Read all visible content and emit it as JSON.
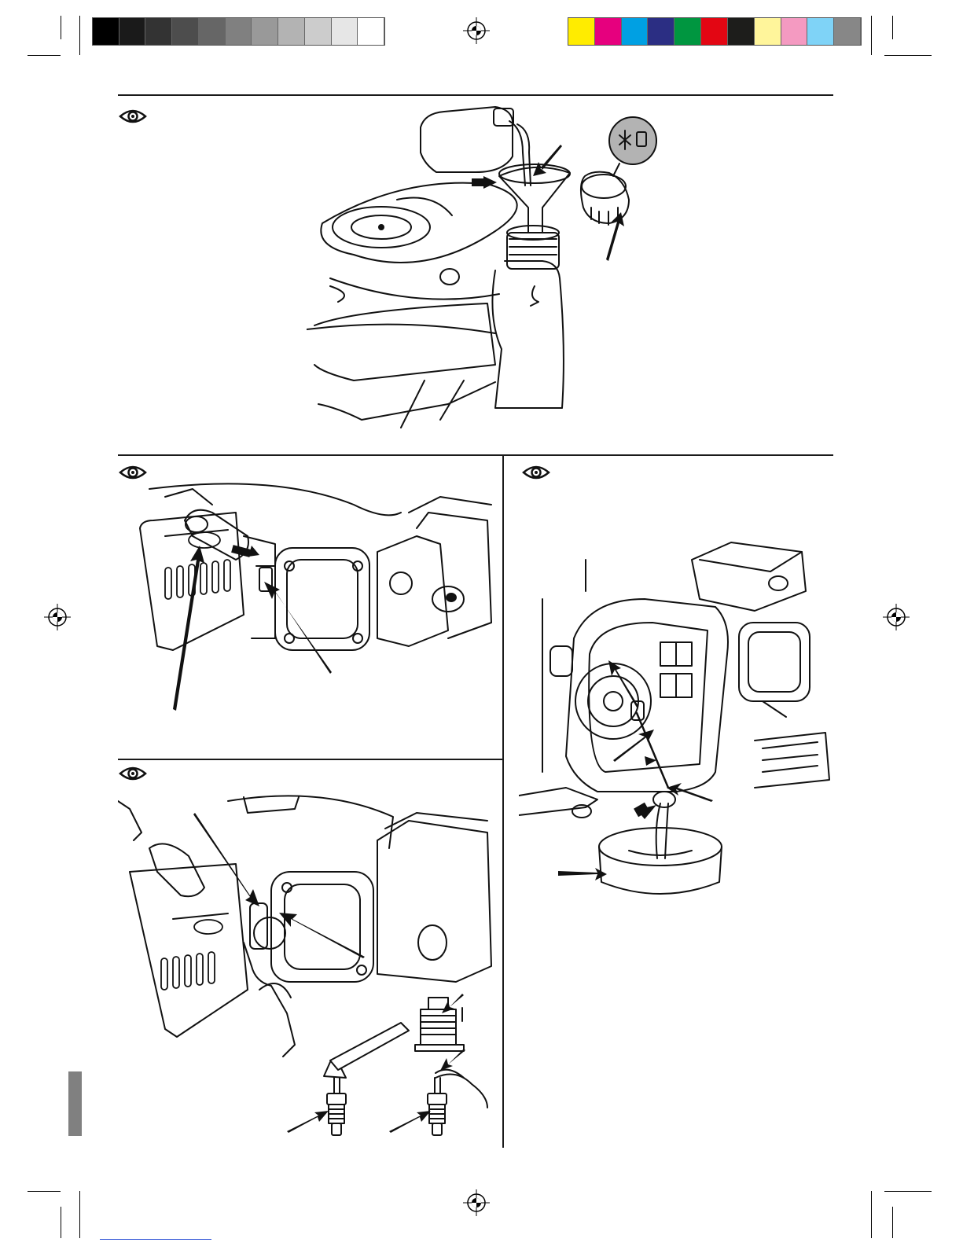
{
  "print_marks": {
    "grayscale_bar": [
      "#000000",
      "#1a1a1a",
      "#333333",
      "#4d4d4d",
      "#666666",
      "#808080",
      "#999999",
      "#b3b3b3",
      "#cccccc",
      "#e6e6e6",
      "#ffffff"
    ],
    "color_bar": [
      "#ffec00",
      "#e6007e",
      "#00a0e3",
      "#2b2e83",
      "#009640",
      "#e30613",
      "#1d1d1b",
      "#fff59b",
      "#f49ac1",
      "#7fd3f7",
      "#878787"
    ]
  },
  "panels": [
    {
      "id": "panel-fuel-refill",
      "icon": "eye-icon",
      "illustration": "pouring-fuel-into-tank-with-funnel"
    },
    {
      "id": "panel-spark-plug-cap",
      "icon": "eye-icon",
      "illustration": "removing-spark-plug-cap"
    },
    {
      "id": "panel-oil-drain",
      "icon": "eye-icon",
      "illustration": "draining-engine-oil-into-pan"
    },
    {
      "id": "panel-spark-plug-service",
      "icon": "eye-icon",
      "illustration": "spark-plug-removal-cleaning-gap-check"
    }
  ],
  "colors": {
    "ink": "#111111",
    "rule": "#1a1a1a",
    "side_tab": "#808080"
  }
}
